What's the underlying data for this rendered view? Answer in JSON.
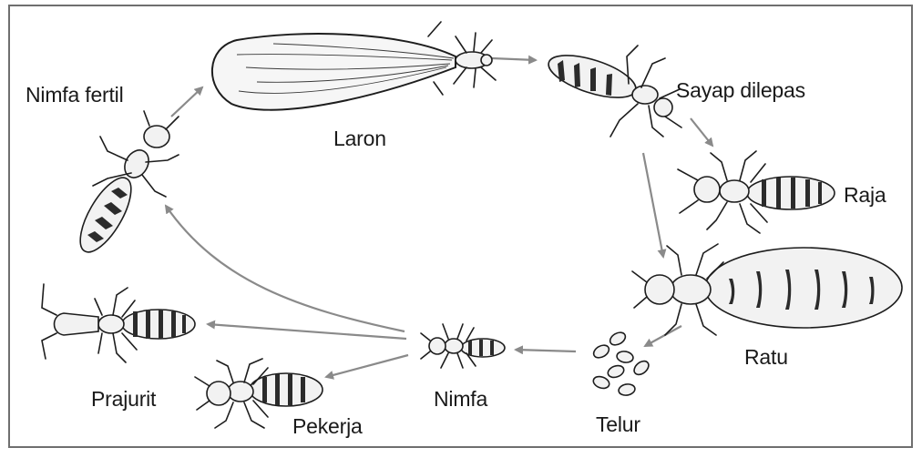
{
  "labels": {
    "nimfa_fertil": "Nimfa fertil",
    "laron": "Laron",
    "sayap_dilepas": "Sayap dilepas",
    "raja": "Raja",
    "ratu": "Ratu",
    "telur": "Telur",
    "nimfa": "Nimfa",
    "prajurit": "Prajurit",
    "pekerja": "Pekerja"
  },
  "colors": {
    "arrow": "#8a8a8a",
    "ink": "#1d1d1d",
    "frame": "#6f6f6f"
  }
}
